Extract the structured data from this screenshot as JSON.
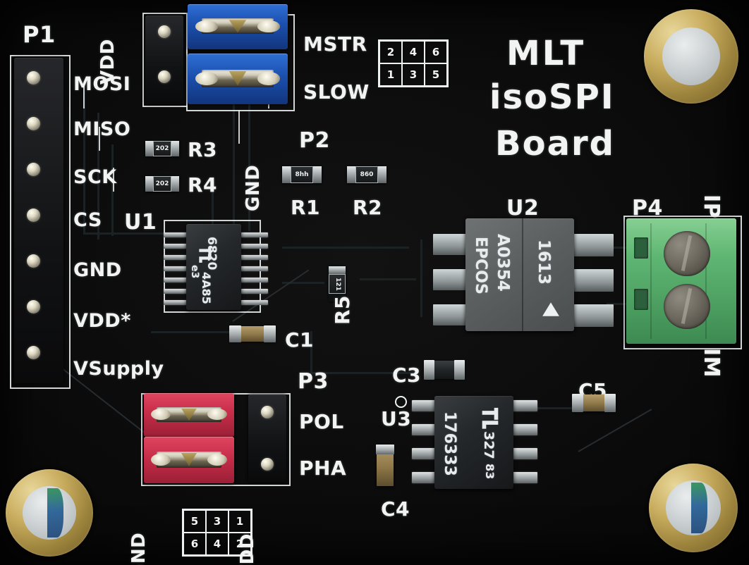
{
  "board": {
    "title_lines": [
      "MLT",
      "isoSPI",
      "Board"
    ],
    "soldermask_color": "#0b0b0b",
    "silkscreen_color": "#f2f4f4"
  },
  "headers": {
    "p1": {
      "ref": "P1",
      "pins": [
        "MOSI",
        "MISO",
        "SCK",
        "CS",
        "GND",
        "VDD*",
        "VSupply"
      ]
    },
    "p2": {
      "ref": "P2",
      "labels": {
        "vdd": "VDD",
        "gnd": "GND",
        "mstr": "MSTR",
        "slow": "SLOW"
      },
      "legend_top": [
        "2",
        "4",
        "6"
      ],
      "legend_bottom": [
        "1",
        "3",
        "5"
      ]
    },
    "p3": {
      "ref": "P3",
      "labels": {
        "pol": "POL",
        "pha": "PHA",
        "gnd": "GND",
        "vdd": "VDD"
      },
      "legend_top": [
        "5",
        "3",
        "1"
      ],
      "legend_bottom": [
        "6",
        "4",
        "2"
      ]
    },
    "p4": {
      "ref": "P4",
      "terminal_top": "IP",
      "terminal_bottom": "IM"
    }
  },
  "components": {
    "u1": {
      "ref": "U1",
      "marks": [
        "6820",
        "e3",
        "4A85"
      ],
      "logo": "lt-logo"
    },
    "u2": {
      "ref": "U2",
      "marks": [
        "EPCOS",
        "A0354",
        "1613"
      ],
      "logo": "triangle-mark"
    },
    "u3": {
      "ref": "U3",
      "marks": [
        "176333",
        "327",
        "83"
      ],
      "logo": "lt-logo"
    },
    "r1": {
      "ref": "R1",
      "code": "8hh"
    },
    "r2": {
      "ref": "R2",
      "code": "860"
    },
    "r3": {
      "ref": "R3",
      "code": "202"
    },
    "r4": {
      "ref": "R4",
      "code": "202"
    },
    "r5": {
      "ref": "R5",
      "code": "121"
    },
    "c1": {
      "ref": "C1"
    },
    "c3": {
      "ref": "C3"
    },
    "c4": {
      "ref": "C4"
    },
    "c5": {
      "ref": "C5"
    }
  },
  "jumpers": {
    "top": {
      "color": "#1b4fae",
      "count": 2,
      "name": "blue-jumper-shunts"
    },
    "bottom": {
      "color": "#c62d49",
      "count": 2,
      "name": "red-jumper-shunts"
    }
  },
  "mounting_holes": [
    {
      "position": "top-right"
    },
    {
      "position": "bottom-left"
    },
    {
      "position": "bottom-right"
    }
  ]
}
